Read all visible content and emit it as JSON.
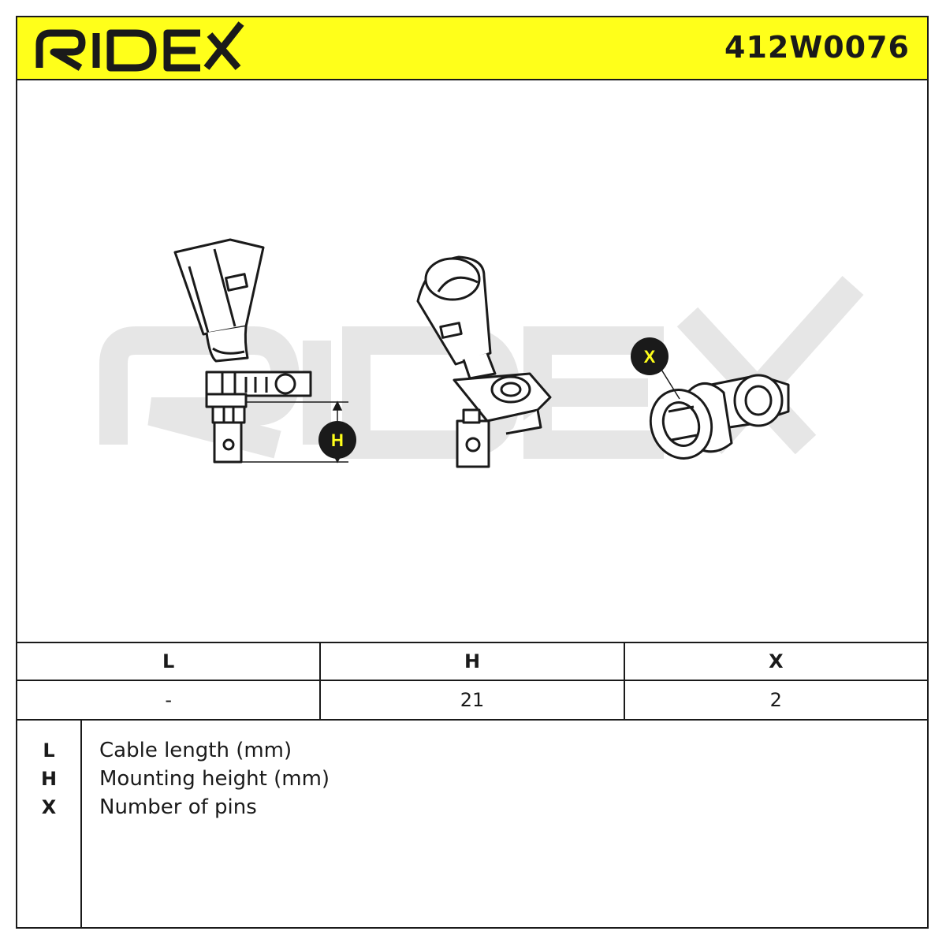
{
  "brand": {
    "logo_text": "RIDEX",
    "accent_color": "#ffff1a",
    "watermark_color": "#e6e6e6"
  },
  "header": {
    "part_number": "412W0076"
  },
  "drawing": {
    "marker_h": "H",
    "marker_x": "X"
  },
  "spec_table": {
    "headers": [
      "L",
      "H",
      "X"
    ],
    "values": [
      "-",
      "21",
      "2"
    ]
  },
  "legend": [
    {
      "key": "L",
      "description": "Cable length (mm)"
    },
    {
      "key": "H",
      "description": "Mounting height (mm)"
    },
    {
      "key": "X",
      "description": "Number of pins"
    }
  ]
}
